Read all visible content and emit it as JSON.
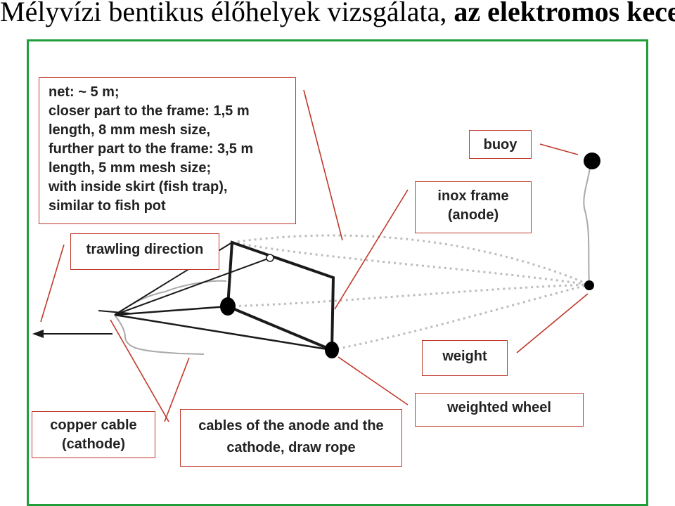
{
  "title": {
    "regular": "Mélyvízi bentikus élőhelyek vizsgálata, ",
    "bold": "az elektromos kece"
  },
  "labels": {
    "net": [
      "net: ~ 5 m;",
      "closer part to the frame: 1,5 m",
      "length, 8 mm mesh size,",
      "further part to the frame: 3,5 m",
      "length, 5 mm mesh size;",
      "with inside skirt (fish trap),",
      "similar to fish pot"
    ],
    "buoy": "buoy",
    "inox_frame": [
      "inox frame",
      "(anode)"
    ],
    "trawling_direction": "trawling direction",
    "weight": "weight",
    "weighted_wheel": "weighted wheel",
    "copper_cable": [
      "copper cable",
      "(cathode)"
    ],
    "cables": [
      "cables of the anode and the",
      "cathode, draw rope"
    ]
  },
  "colors": {
    "frame_border": "#1f9e3a",
    "callout": "#c0392b",
    "structure": "#1a1a1a",
    "net_dots": "#bdbdbd"
  }
}
